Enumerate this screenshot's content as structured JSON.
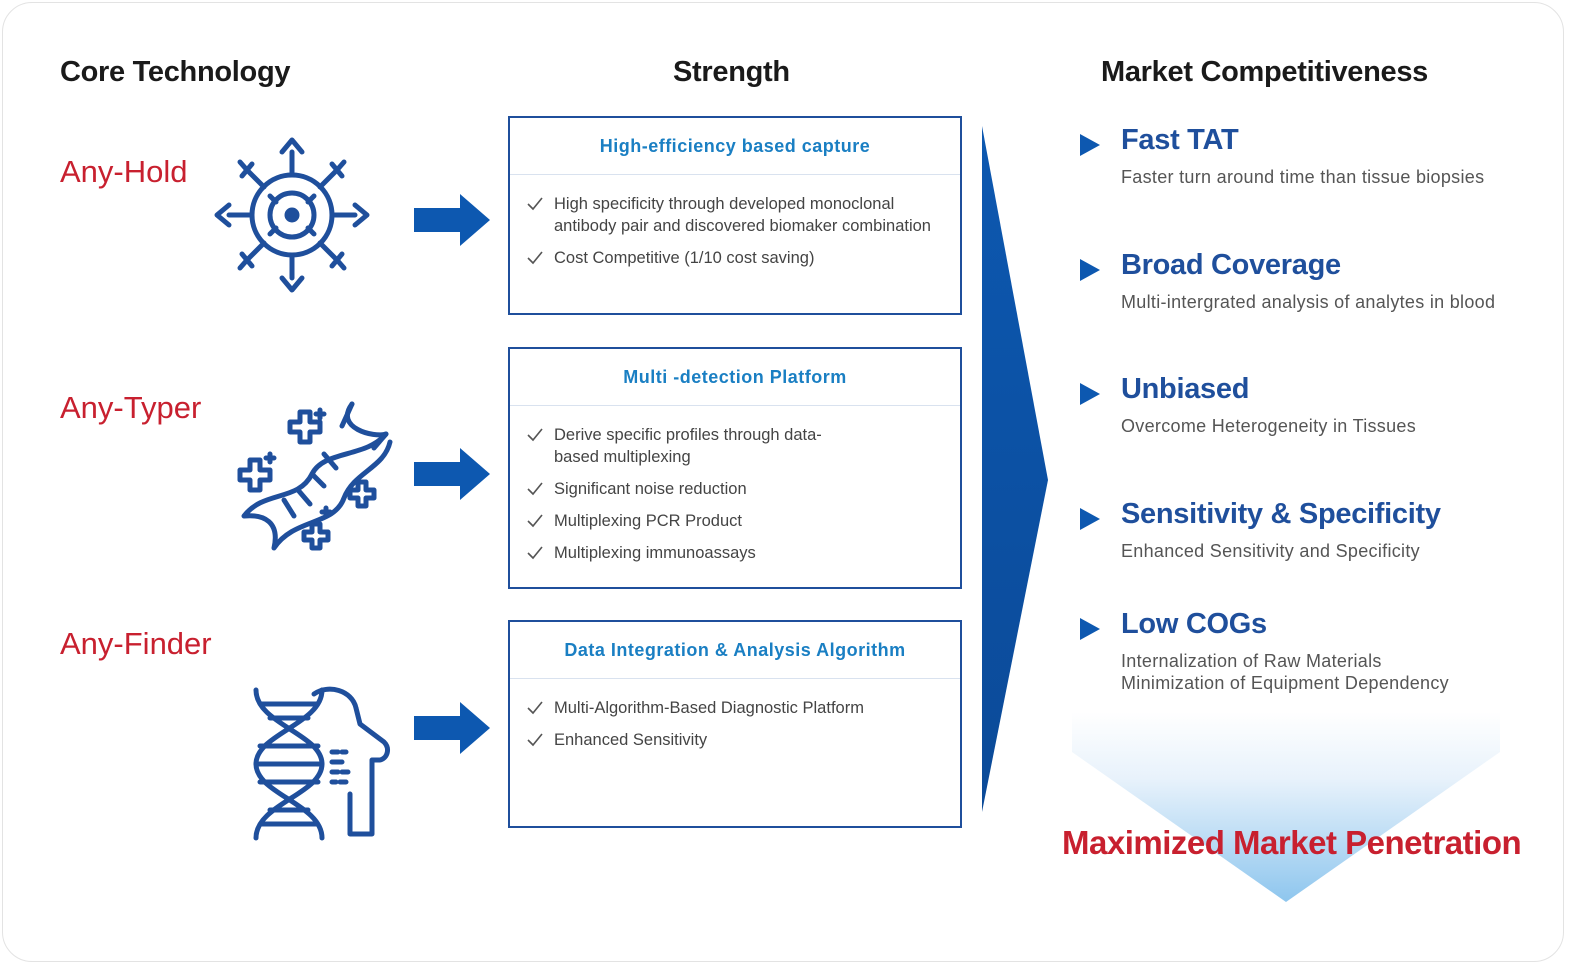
{
  "headers": {
    "core": "Core Technology",
    "strength": "Strength",
    "market": "Market Competitiveness"
  },
  "technologies": [
    {
      "name": "Any-Hold",
      "icon": "cell-target-icon"
    },
    {
      "name": "Any-Typer",
      "icon": "dna-helix-plus-icon"
    },
    {
      "name": "Any-Finder",
      "icon": "dna-human-analysis-icon"
    }
  ],
  "strengths": [
    {
      "title": "High-efficiency based capture",
      "items": [
        "High specificity through developed monoclonal antibody pair and discovered biomaker combination",
        "Cost Competitive (1/10 cost saving)"
      ]
    },
    {
      "title": "Multi -detection Platform",
      "items": [
        "Derive specific profiles through data-based multiplexing",
        "Significant noise reduction",
        "Multiplexing PCR Product",
        "Multiplexing immunoassays"
      ]
    },
    {
      "title": "Data Integration & Analysis Algorithm",
      "items": [
        "Multi-Algorithm-Based Diagnostic Platform",
        "Enhanced Sensitivity"
      ]
    }
  ],
  "market": [
    {
      "title": "Fast TAT",
      "desc": "Faster turn around time than tissue biopsies"
    },
    {
      "title": "Broad Coverage",
      "desc": "Multi-intergrated analysis of analytes in blood"
    },
    {
      "title": "Unbiased",
      "desc": "Overcome Heterogeneity in Tissues"
    },
    {
      "title": "Sensitivity & Specificity",
      "desc": "Enhanced Sensitivity and Specificity"
    },
    {
      "title": "Low COGs",
      "desc": "Internalization of Raw Materials\nMinimization of Equipment Dependency"
    }
  ],
  "result": "Maximized Market Penetration",
  "colors": {
    "navy": "#1f4f9c",
    "arrow_blue": "#0d58b0",
    "red": "#c8202f",
    "title_blue": "#1a7fc3"
  }
}
